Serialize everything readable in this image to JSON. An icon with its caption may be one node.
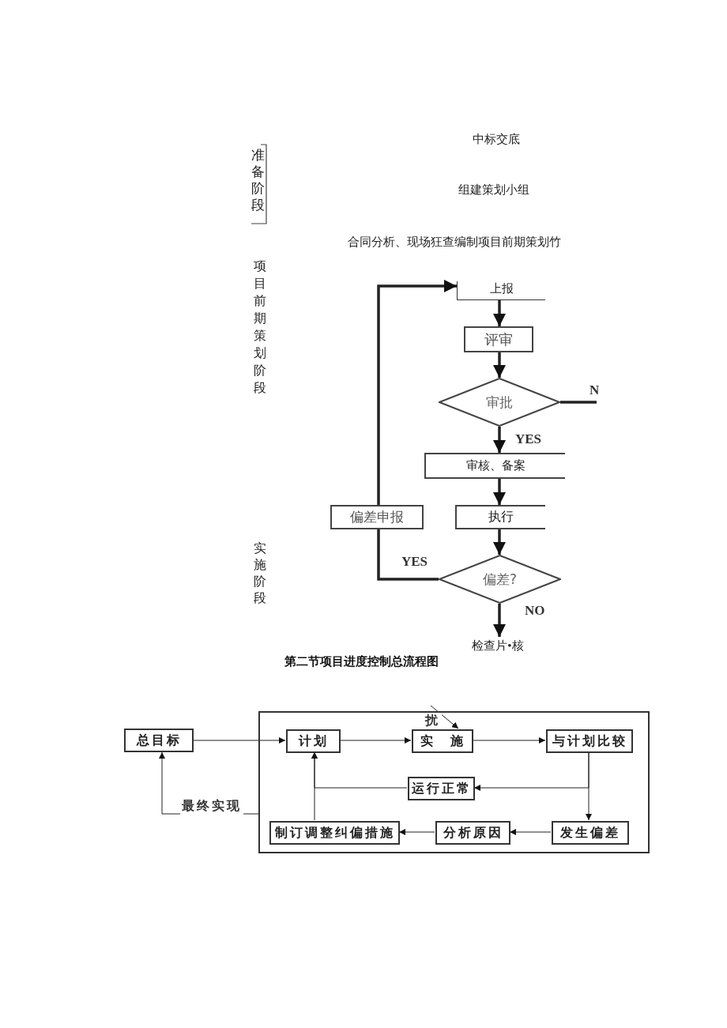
{
  "diagram": {
    "nodes": [
      {
        "text": [
          "上报"
        ]
      },
      {
        "text": [
          "评审"
        ]
      },
      {
        "text": [
          "审批"
        ]
      },
      {
        "text": [
          "审核、备案"
        ]
      },
      {
        "text": [
          "执行"
        ]
      },
      {
        "text": [
          "偏差?"
        ]
      },
      {
        "text": [
          "偏差申报"
        ]
      },
      {
        "text": [
          "检查片•核"
        ]
      },
      {
        "text": [],
        "shape": "box"
      },
      {
        "text": [
          "总目标"
        ]
      },
      {
        "text": [
          "计划"
        ],
        "in": 8
      },
      {
        "text": [
          "实　施"
        ],
        "in": 8
      },
      {
        "text": [
          "与计划比较"
        ],
        "in": 8
      },
      {
        "text": [
          "运行正常"
        ],
        "in": 8
      },
      {
        "text": [
          "发生偏差"
        ],
        "in": 8
      },
      {
        "text": [
          "分析原因"
        ],
        "in": 8
      },
      {
        "text": [
          "制订调整纠偏措施"
        ],
        "in": 8
      }
    ],
    "edges": [
      {
        "from": 0,
        "to": 1,
        "arrow": "to",
        "style": "thick"
      },
      {
        "from": 1,
        "to": 2,
        "arrow": "to",
        "style": "thick"
      },
      {
        "from": 2,
        "to": 3,
        "arrow": "to",
        "label": "YES",
        "style": "thick"
      },
      {
        "from": 3,
        "to": 4,
        "arrow": "to",
        "style": "thick"
      },
      {
        "from": 4,
        "to": 5,
        "arrow": "to",
        "style": "thick"
      },
      {
        "from": 5,
        "to": 7,
        "arrow": "to",
        "label": "NO",
        "style": "thick"
      },
      {
        "from": 5,
        "to": 6,
        "arrow": "none",
        "label": "YES",
        "style": "thick"
      },
      {
        "from": 6,
        "to": 0,
        "arrow": "to",
        "style": "thick"
      },
      {
        "from": 2,
        "to": null,
        "arrow": "none",
        "label": "N",
        "style": "thick"
      },
      {
        "from": 9,
        "to": 10,
        "arrow": "to"
      },
      {
        "from": 10,
        "to": 11,
        "arrow": "to"
      },
      {
        "from": 11,
        "to": 12,
        "arrow": "to"
      },
      {
        "from": 12,
        "to": 14,
        "arrow": "to"
      },
      {
        "from": 12,
        "to": 13,
        "arrow": "to"
      },
      {
        "from": 13,
        "to": 10,
        "arrow": "to"
      },
      {
        "from": 14,
        "to": 15,
        "arrow": "to"
      },
      {
        "from": 15,
        "to": 16,
        "arrow": "to"
      },
      {
        "from": 16,
        "to": 10,
        "arrow": "to"
      },
      {
        "from": 8,
        "to": 9,
        "arrow": "to",
        "label": "最终实现"
      },
      {
        "from": null,
        "to": 11,
        "arrow": "to",
        "label": "扰"
      }
    ],
    "labels": [
      "中标交底",
      "准备阶段",
      "组建策划小组",
      "合同分析、现场狂查编制项目前期策划竹",
      "项目前期策划阶段",
      "实施阶段",
      "第二节项目进度控制总流程图"
    ]
  }
}
